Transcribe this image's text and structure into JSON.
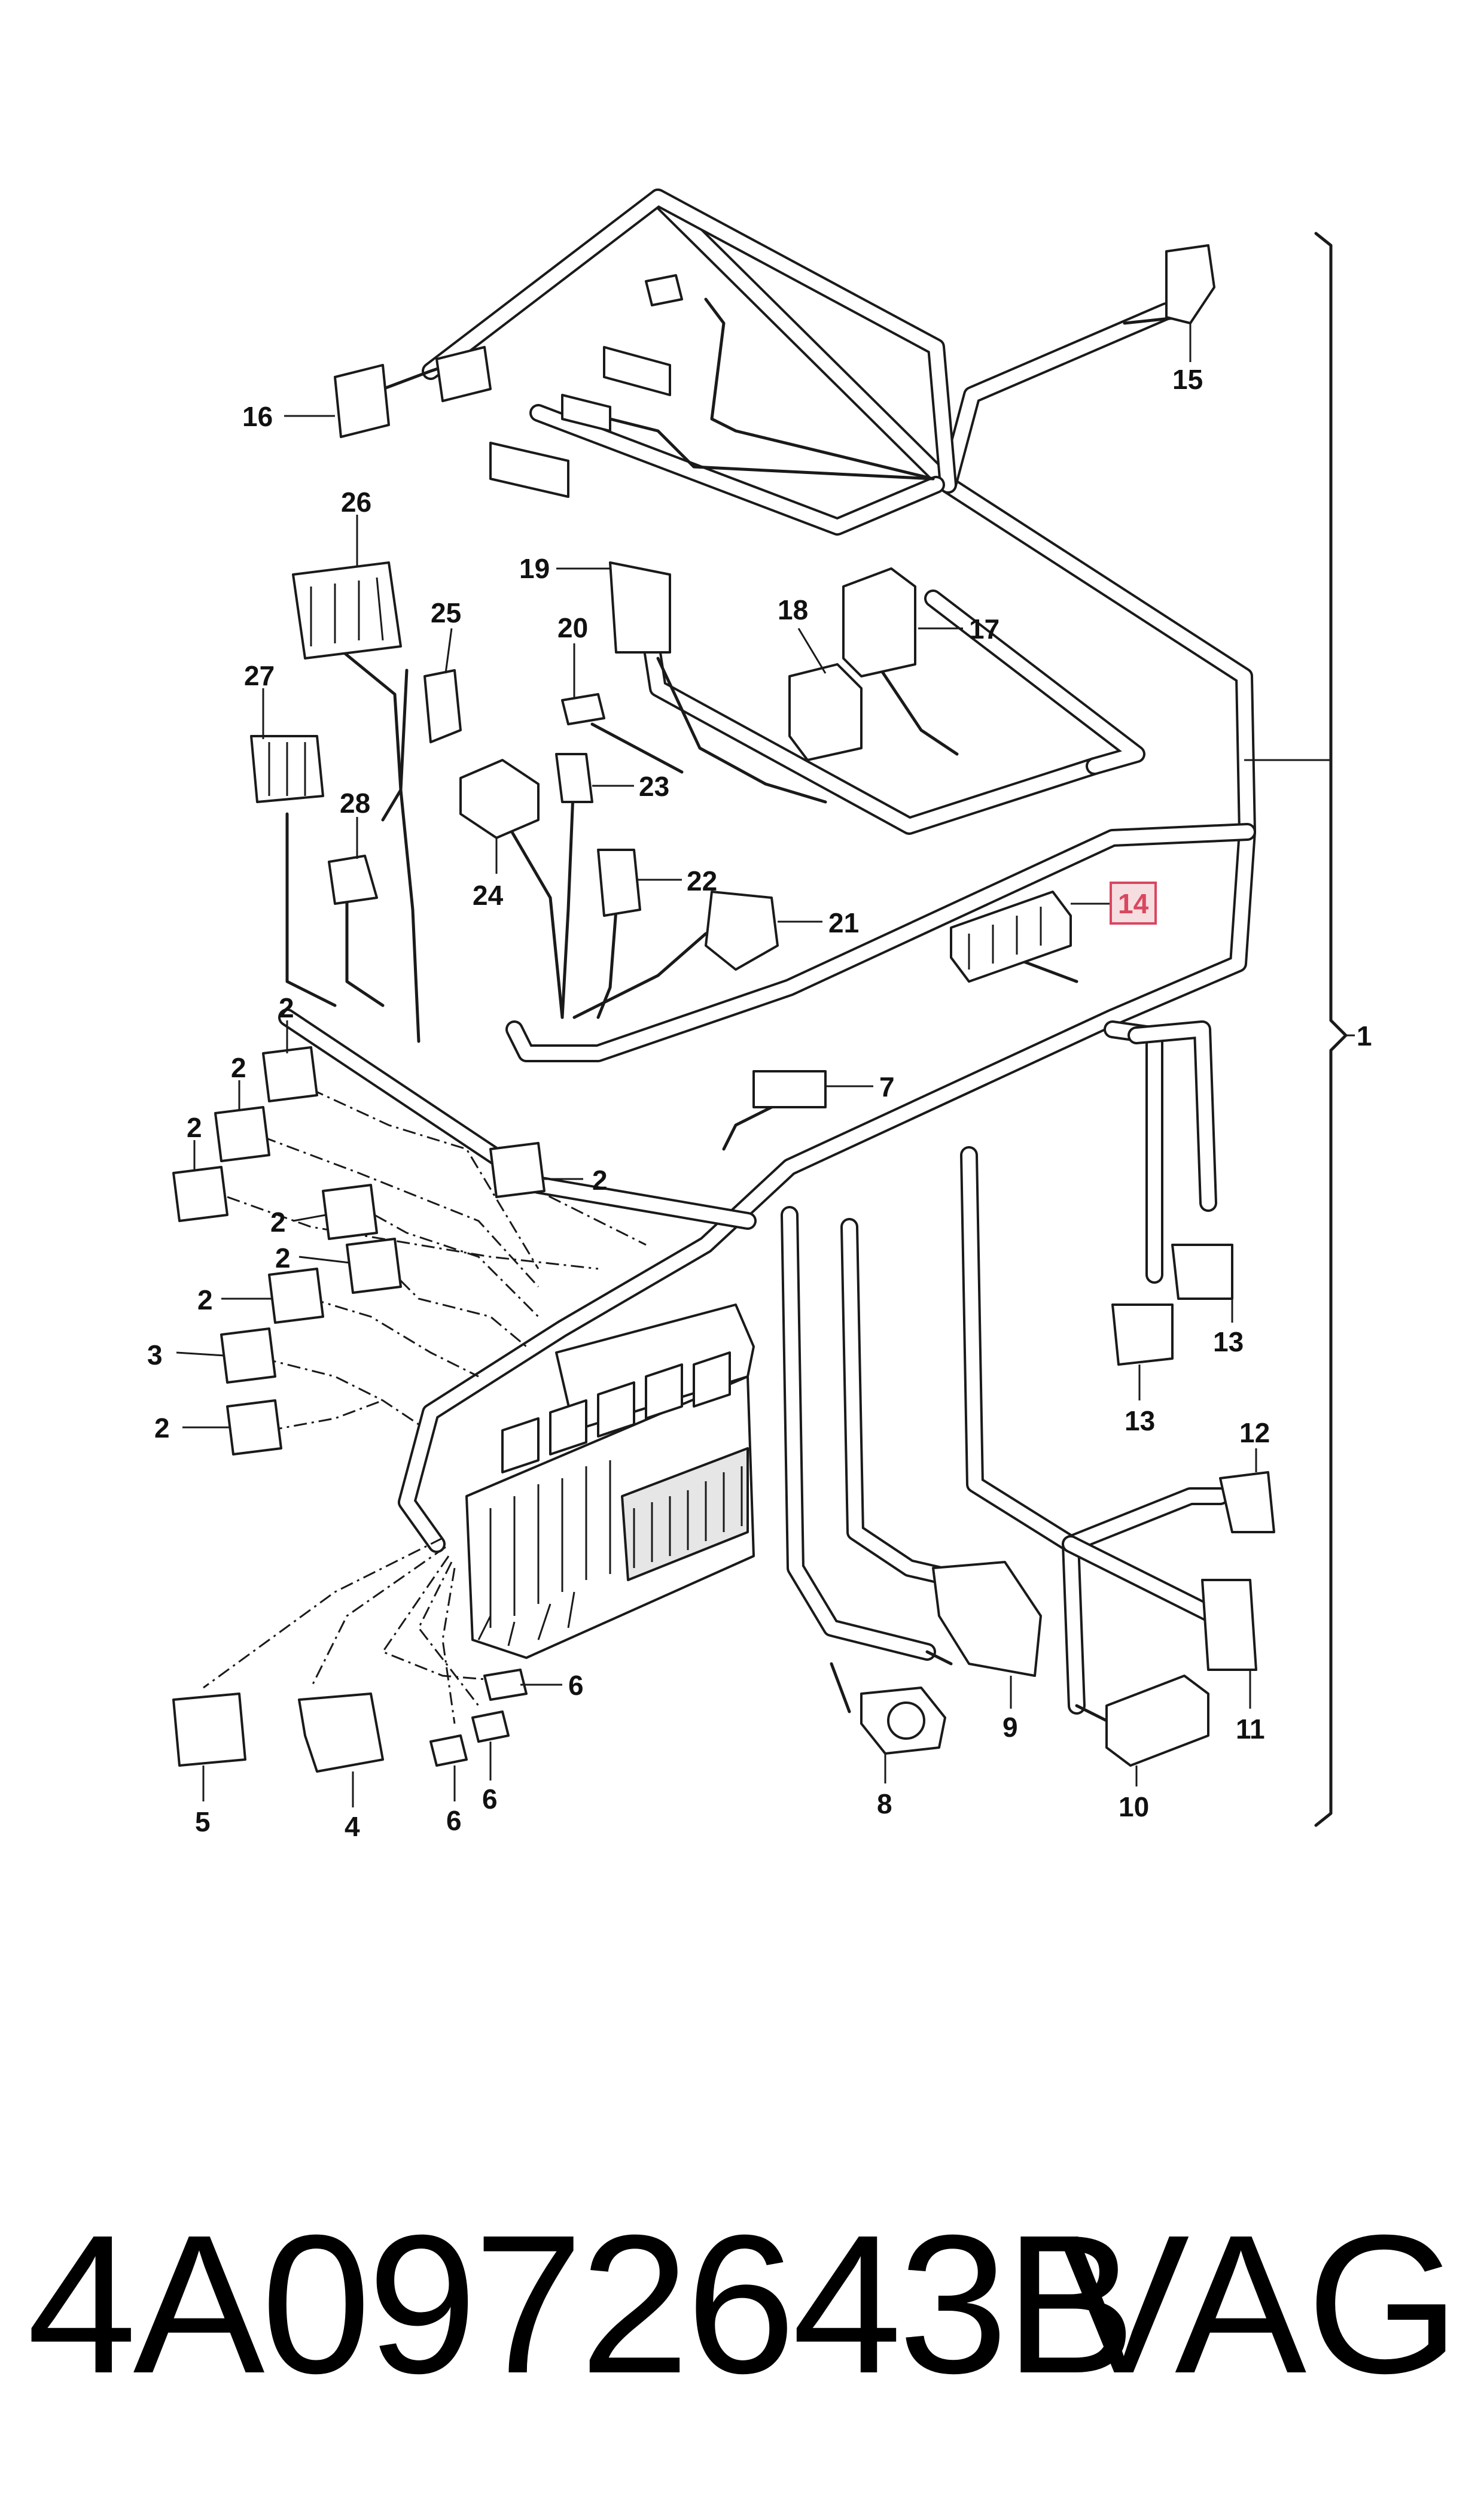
{
  "diagram": {
    "callouts": {
      "c1": "1",
      "c2a": "2",
      "c2b": "2",
      "c2c": "2",
      "c2d": "2",
      "c2e": "2",
      "c2f": "2",
      "c2g": "2",
      "c2h": "2",
      "c3": "3",
      "c4": "4",
      "c5": "5",
      "c6a": "6",
      "c6b": "6",
      "c6c": "6",
      "c7": "7",
      "c8": "8",
      "c9": "9",
      "c10": "10",
      "c11": "11",
      "c12": "12",
      "c13a": "13",
      "c13b": "13",
      "c14": "14",
      "c15": "15",
      "c16": "16",
      "c17": "17",
      "c18": "18",
      "c19": "19",
      "c20": "20",
      "c21": "21",
      "c22": "22",
      "c23": "23",
      "c24": "24",
      "c25": "25",
      "c26": "26",
      "c27": "27",
      "c28": "28"
    },
    "highlight_color": "#d9475f"
  },
  "footer": {
    "part_number": "4A0972643B",
    "brand": "VAG"
  }
}
